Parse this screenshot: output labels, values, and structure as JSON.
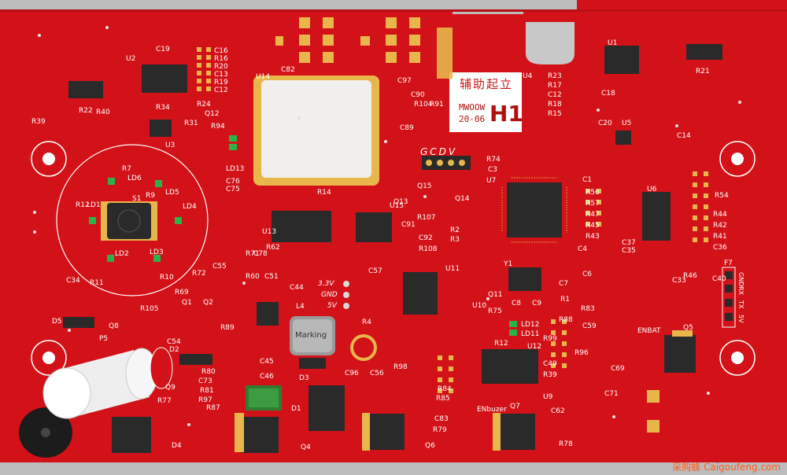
{
  "board": {
    "board_color": "#d21218",
    "edge_color": "#b80f14",
    "silk_color": "#ffffff",
    "pad_color": "#e8b64a",
    "chip_color": "#2a2a2a",
    "background_color": "#bcbcbc"
  },
  "markings": {
    "module_text": "辅助起立",
    "model_line1": "MWOOW",
    "model_line2": "20-06",
    "model_big": "H1",
    "u4": "U4",
    "gcdv": "GCDV",
    "v33": "3.3V",
    "gnd": "GND",
    "v5": "5V",
    "inductor_marking": "Marking",
    "watermark": "采购蜂 Caigoufeng.com"
  },
  "designators": [
    {
      "t": "U14"
    },
    {
      "t": "U2"
    },
    {
      "t": "C19"
    },
    {
      "t": "C16"
    },
    {
      "t": "R16"
    },
    {
      "t": "R20"
    },
    {
      "t": "C13"
    },
    {
      "t": "R19"
    },
    {
      "t": "C12"
    },
    {
      "t": "R24"
    },
    {
      "t": "R34"
    },
    {
      "t": "R22"
    },
    {
      "t": "R39"
    },
    {
      "t": "R40"
    },
    {
      "t": "U3"
    },
    {
      "t": "R31"
    },
    {
      "t": "Q12"
    },
    {
      "t": "R94"
    },
    {
      "t": "LD13"
    },
    {
      "t": "C75"
    },
    {
      "t": "C76"
    },
    {
      "t": "R7"
    },
    {
      "t": "LD6"
    },
    {
      "t": "LD5"
    },
    {
      "t": "S1"
    },
    {
      "t": "R12"
    },
    {
      "t": "LD1"
    },
    {
      "t": "LD4"
    },
    {
      "t": "R9"
    },
    {
      "t": "LD2"
    },
    {
      "t": "LD3"
    },
    {
      "t": "R10"
    },
    {
      "t": "R11"
    },
    {
      "t": "C82"
    },
    {
      "t": "R14"
    },
    {
      "t": "U13"
    },
    {
      "t": "C78"
    },
    {
      "t": "R62"
    },
    {
      "t": "R71"
    },
    {
      "t": "R60"
    },
    {
      "t": "C51"
    },
    {
      "t": "C55"
    },
    {
      "t": "C44"
    },
    {
      "t": "R72"
    },
    {
      "t": "R69"
    },
    {
      "t": "Q1"
    },
    {
      "t": "Q2"
    },
    {
      "t": "D5"
    },
    {
      "t": "Q8"
    },
    {
      "t": "P5"
    },
    {
      "t": "D2"
    },
    {
      "t": "Q9"
    },
    {
      "t": "D4"
    },
    {
      "t": "R77"
    },
    {
      "t": "L4"
    },
    {
      "t": "C45"
    },
    {
      "t": "C46"
    },
    {
      "t": "D3"
    },
    {
      "t": "D1"
    },
    {
      "t": "Q4"
    },
    {
      "t": "C96"
    },
    {
      "t": "R4"
    },
    {
      "t": "U15"
    },
    {
      "t": "Q13"
    },
    {
      "t": "Q15"
    },
    {
      "t": "Q14"
    },
    {
      "t": "C91"
    },
    {
      "t": "C92"
    },
    {
      "t": "R108"
    },
    {
      "t": "R107"
    },
    {
      "t": "U11"
    },
    {
      "t": "Q11"
    },
    {
      "t": "U10"
    },
    {
      "t": "R75"
    },
    {
      "t": "Y1"
    },
    {
      "t": "C8"
    },
    {
      "t": "C9"
    },
    {
      "t": "C7"
    },
    {
      "t": "R1"
    },
    {
      "t": "U7"
    },
    {
      "t": "R74"
    },
    {
      "t": "C3"
    },
    {
      "t": "C1"
    },
    {
      "t": "R56"
    },
    {
      "t": "R57"
    },
    {
      "t": "R47"
    },
    {
      "t": "R45"
    },
    {
      "t": "R43"
    },
    {
      "t": "C37"
    },
    {
      "t": "C35"
    },
    {
      "t": "U6"
    },
    {
      "t": "R54"
    },
    {
      "t": "R44"
    },
    {
      "t": "R42"
    },
    {
      "t": "R41"
    },
    {
      "t": "C36"
    },
    {
      "t": "F7"
    },
    {
      "t": "C40"
    },
    {
      "t": "R46"
    },
    {
      "t": "C33"
    },
    {
      "t": "U1"
    },
    {
      "t": "R21"
    },
    {
      "t": "C18"
    },
    {
      "t": "C14"
    },
    {
      "t": "U5"
    },
    {
      "t": "C20"
    },
    {
      "t": "R23"
    },
    {
      "t": "R17"
    },
    {
      "t": "C12"
    },
    {
      "t": "R18"
    },
    {
      "t": "R15"
    },
    {
      "t": "C6"
    },
    {
      "t": "C4"
    },
    {
      "t": "R2"
    },
    {
      "t": "R3"
    },
    {
      "t": "LD12"
    },
    {
      "t": "LD11"
    },
    {
      "t": "R12"
    },
    {
      "t": "R99"
    },
    {
      "t": "U12"
    },
    {
      "t": "R83"
    },
    {
      "t": "R88"
    },
    {
      "t": "C59"
    },
    {
      "t": "R96"
    },
    {
      "t": "C49"
    },
    {
      "t": "R39"
    },
    {
      "t": "U9"
    },
    {
      "t": "C71"
    },
    {
      "t": "C69"
    },
    {
      "t": "Q5"
    },
    {
      "t": "Q7"
    },
    {
      "t": "Q6"
    },
    {
      "t": "R78"
    },
    {
      "t": "R79"
    },
    {
      "t": "C83"
    },
    {
      "t": "R85"
    },
    {
      "t": "R84"
    },
    {
      "t": "C56"
    },
    {
      "t": "R98"
    },
    {
      "t": "C97"
    },
    {
      "t": "C90"
    },
    {
      "t": "R104"
    },
    {
      "t": "R91"
    },
    {
      "t": "C89"
    },
    {
      "t": "C57"
    },
    {
      "t": "R80"
    },
    {
      "t": "C73"
    },
    {
      "t": "R81"
    },
    {
      "t": "R97"
    },
    {
      "t": "R87"
    },
    {
      "t": "C54"
    },
    {
      "t": "R105"
    },
    {
      "t": "C34"
    },
    {
      "t": "R89"
    },
    {
      "t": "C62"
    },
    {
      "t": "ENbuzer"
    },
    {
      "t": "ENBAT"
    }
  ],
  "header_pins": [
    "GND",
    "RX",
    "TX",
    "5V"
  ]
}
